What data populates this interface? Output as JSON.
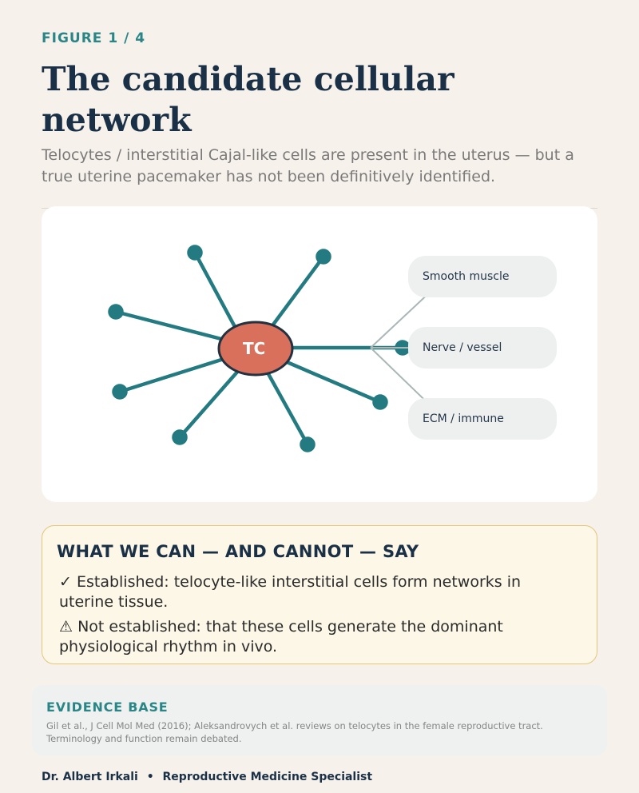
{
  "header": {
    "kicker": "FIGURE 1 / 4",
    "title": "The candidate cellular network",
    "subtitle": "Telocytes / interstitial Cajal-like cells are present in the uterus — but a true uterine pacemaker has not been definitively identified."
  },
  "diagram": {
    "center_label": "TC",
    "targets": [
      "Smooth muscle",
      "Nerve / vessel",
      "ECM / immune"
    ],
    "colors": {
      "cell_fill": "#d8705c",
      "cell_stroke": "#233140",
      "process": "#237a80",
      "connector": "#a9b7b7",
      "pill": "#edf0ef"
    }
  },
  "callout": {
    "title": "WHAT WE CAN — AND CANNOT — SAY",
    "established": "✓ Established: telocyte-like interstitial cells form networks in uterine tissue.",
    "not_established": "⚠ Not established: that these cells generate the dominant physiological rhythm in vivo."
  },
  "evidence": {
    "title": "EVIDENCE BASE",
    "text": "Gil et al., J Cell Mol Med (2016); Aleksandrovych et al. reviews on telocytes in the female reproductive tract. Terminology and function remain debated."
  },
  "footer": {
    "author": "Dr. Albert Irkali",
    "separator": "•",
    "role": "Reproductive Medicine Specialist"
  }
}
